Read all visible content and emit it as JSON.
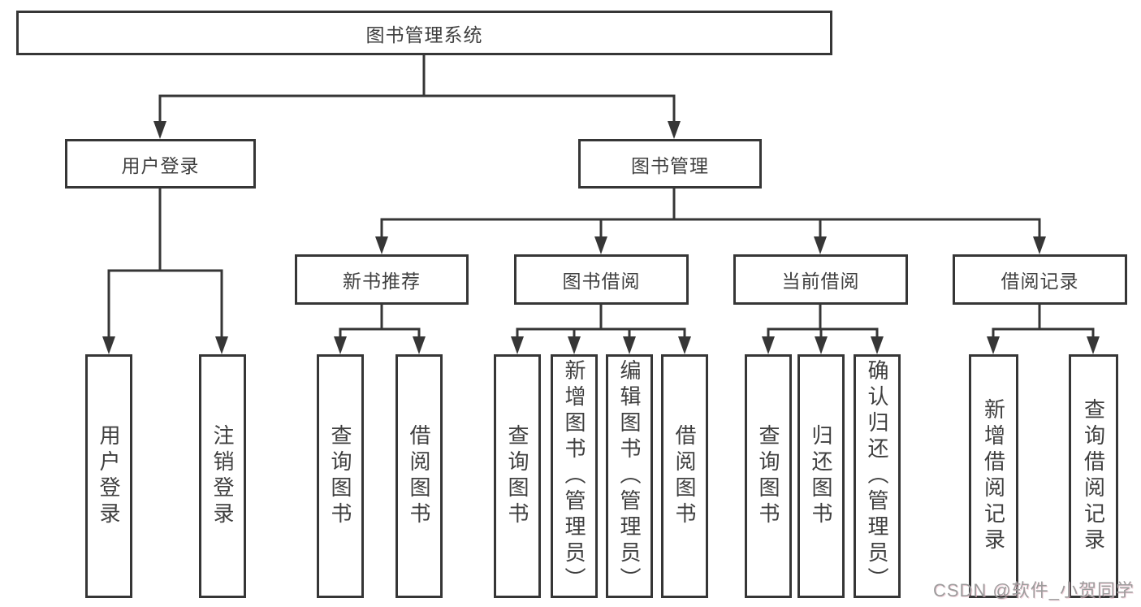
{
  "title": "图书管理系统",
  "watermark": "CSDN @软件_小贺同学",
  "colors": {
    "line": "#363636",
    "box_border": "#363636",
    "text": "#3f3f3f",
    "background": "#ffffff",
    "watermark": "#9c9c9c"
  },
  "tree": {
    "root": "图书管理系统",
    "branches": [
      {
        "label": "用户登录",
        "children": [
          "用户登录",
          "注销登录"
        ]
      },
      {
        "label": "图书管理",
        "sections": [
          {
            "label": "新书推荐",
            "children": [
              "查询图书",
              "借阅图书"
            ]
          },
          {
            "label": "图书借阅",
            "children": [
              "查询图书",
              "新增图书（管理员）",
              "编辑图书（管理员）",
              "借阅图书"
            ]
          },
          {
            "label": "当前借阅",
            "children": [
              "查询图书",
              "归还图书",
              "确认归还（管理员）"
            ]
          },
          {
            "label": "借阅记录",
            "children": [
              "新增借阅记录",
              "查询借阅记录"
            ]
          }
        ]
      }
    ]
  }
}
